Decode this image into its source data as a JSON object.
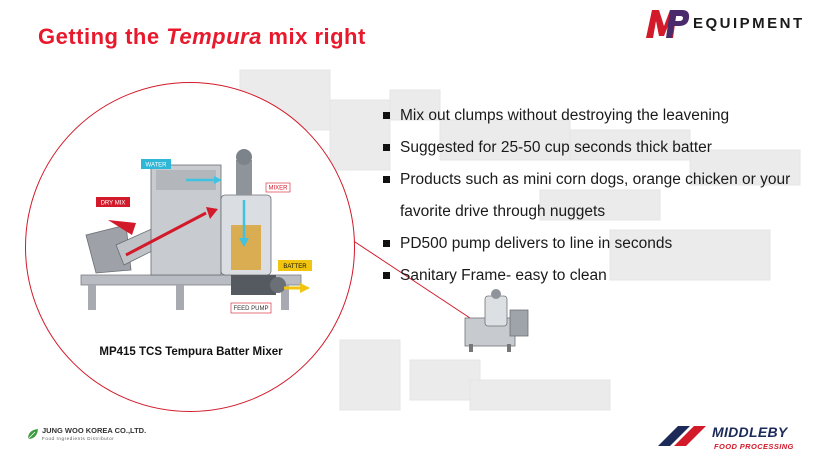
{
  "header": {
    "title_prefix": "Getting the ",
    "title_emphasis": "Tempura",
    "title_suffix": " mix right"
  },
  "brand_logo": {
    "mark": "MP",
    "word": "EQUIPMENT"
  },
  "bullets": [
    "Mix out clumps without destroying the leavening",
    "Suggested for 25-50 cup seconds thick batter",
    "Products such as mini corn dogs, orange chicken or your favorite drive through nuggets",
    "PD500 pump delivers to line in seconds",
    "Sanitary Frame- easy to clean"
  ],
  "figure": {
    "caption": "MP415 TCS Tempura Batter Mixer",
    "labels": {
      "water": "WATER",
      "dry_mix": "DRY MIX",
      "mixer": "MIXER",
      "batter": "BATTER",
      "feed_pump": "FEED PUMP"
    }
  },
  "footer": {
    "left_logo_name": "JUNG WOO KOREA CO.,LTD.",
    "left_logo_sub": "Food Ingredients Distributor",
    "right_logo_name": "MIDDLEBY",
    "right_logo_sub": "FOOD PROCESSING"
  },
  "colors": {
    "accent_red": "#e8192c",
    "brand_navy": "#1c2a59",
    "text": "#1a1a1a"
  },
  "icons": [
    "bullet-square-icon",
    "water-arrow-icon",
    "dry-mix-arrow-icon",
    "batter-arrow-icon"
  ]
}
